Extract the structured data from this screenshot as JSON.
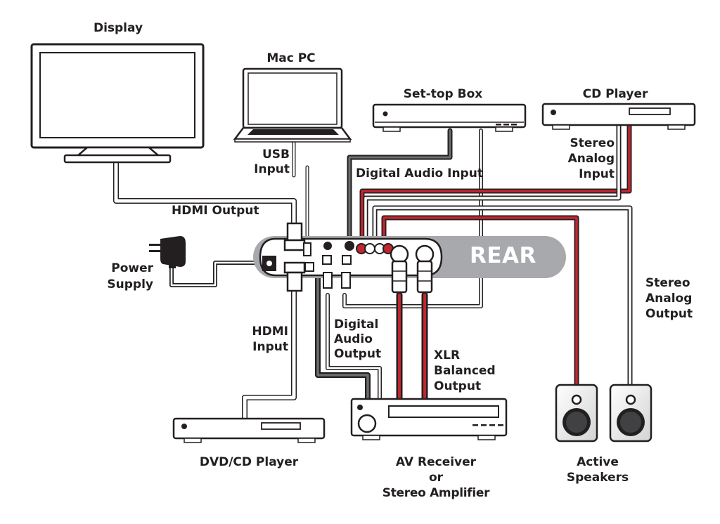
{
  "devices": {
    "display": "Display",
    "mac_pc": "Mac PC",
    "set_top_box": "Set-top Box",
    "cd_player": "CD Player",
    "dvd_cd_player": "DVD/CD Player",
    "av_receiver": "AV Receiver",
    "av_receiver_or": "or",
    "stereo_amplifier": "Stereo Amplifier",
    "active_speakers_1": "Active",
    "active_speakers_2": "Speakers",
    "power_supply_1": "Power",
    "power_supply_2": "Supply"
  },
  "connections": {
    "usb_input_1": "USB",
    "usb_input_2": "Input",
    "hdmi_output": "HDMI Output",
    "hdmi_input_1": "HDMI",
    "hdmi_input_2": "Input",
    "digital_audio_input": "Digital Audio Input",
    "stereo_analog_input_1": "Stereo",
    "stereo_analog_input_2": "Analog",
    "stereo_analog_input_3": "Input",
    "stereo_analog_output_1": "Stereo",
    "stereo_analog_output_2": "Analog",
    "stereo_analog_output_3": "Output",
    "digital_audio_output_1": "Digital",
    "digital_audio_output_2": "Audio",
    "digital_audio_output_3": "Output",
    "xlr_output_1": "XLR",
    "xlr_output_2": "Balanced",
    "xlr_output_3": "Output"
  },
  "unit": {
    "rear_label": "REAR"
  },
  "colors": {
    "line": "#231f20",
    "cable_red": "#c1272d",
    "cable_grey": "#bcbec0",
    "rear_panel": "#a7a9ac"
  }
}
